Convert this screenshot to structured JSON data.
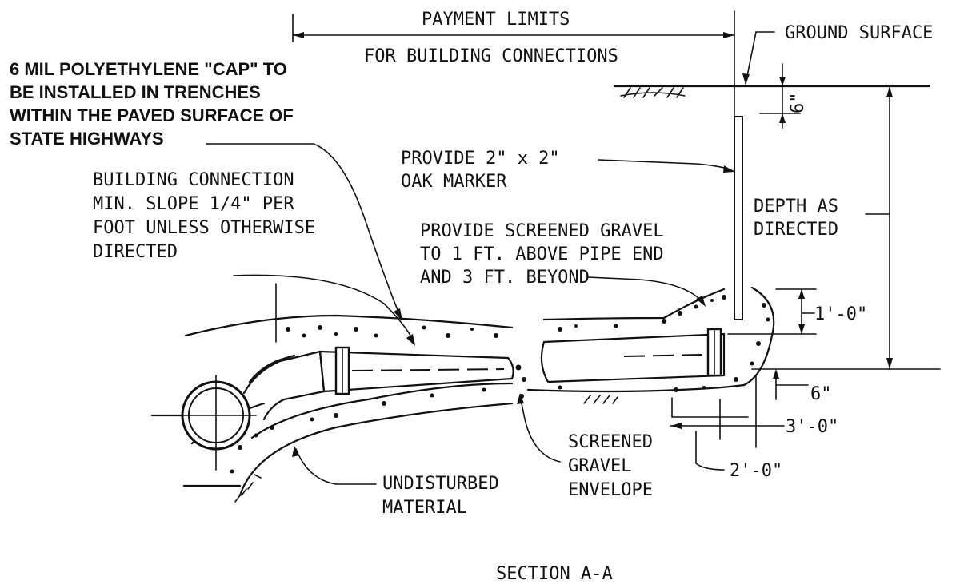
{
  "labels": {
    "payment_limits_1": "PAYMENT LIMITS",
    "payment_limits_2": "FOR BUILDING CONNECTIONS",
    "ground_surface": "GROUND SURFACE",
    "cap_1": "6 MIL POLYETHYLENE \"CAP\" TO",
    "cap_2": "BE INSTALLED IN TRENCHES",
    "cap_3": "WITHIN THE PAVED SURFACE OF",
    "cap_4": "STATE HIGHWAYS",
    "marker_1": "PROVIDE 2\" x 2\"",
    "marker_2": "OAK MARKER",
    "connection_1": "BUILDING CONNECTION",
    "connection_2": "MIN. SLOPE 1/4\" PER",
    "connection_3": "FOOT UNLESS OTHERWISE",
    "connection_4": "DIRECTED",
    "gravel_1": "PROVIDE SCREENED GRAVEL",
    "gravel_2": "TO 1 FT. ABOVE PIPE END",
    "gravel_3": "AND 3 FT. BEYOND",
    "depth_1": "DEPTH AS",
    "depth_2": "DIRECTED",
    "dim_six_top": "6\"",
    "dim_one_foot": "1'-0\"",
    "dim_six_bottom": "6\"",
    "dim_three_feet": "3'-0\"",
    "dim_two_feet": "2'-0\"",
    "envelope_1": "SCREENED",
    "envelope_2": "GRAVEL",
    "envelope_3": "ENVELOPE",
    "undisturbed_1": "UNDISTURBED",
    "undisturbed_2": "MATERIAL",
    "section_title": "SECTION A-A"
  }
}
